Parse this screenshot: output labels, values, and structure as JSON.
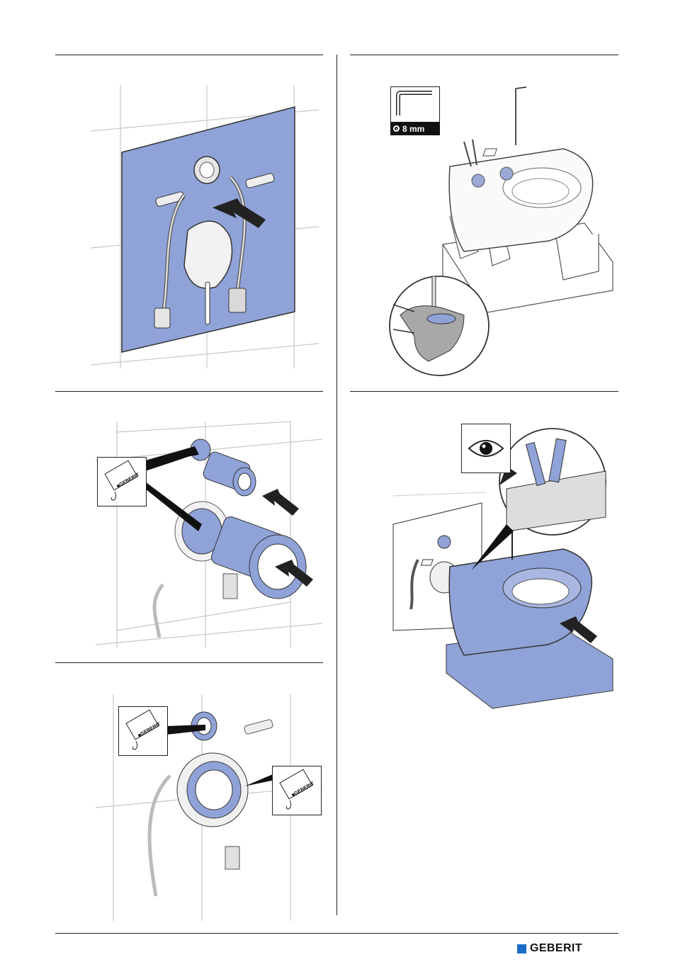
{
  "document": {
    "type": "installation instructions illustration page",
    "tool": {
      "icon": "hex-key-icon",
      "size_label": "8 mm"
    },
    "brand": {
      "name": "GEBERIT",
      "color": "#1a6fc4"
    },
    "accent_color": "#8fa3d8",
    "steps": [
      {
        "id": "step-mount-plate",
        "icon": "wall-plate-icon"
      },
      {
        "id": "step-fasten-hex-key",
        "icon": "hex-key-icon"
      },
      {
        "id": "step-insert-sleeves",
        "icon": "lubricant-icon"
      },
      {
        "id": "step-check-hoses",
        "icon": "eye-icon"
      },
      {
        "id": "step-lubricate-seals",
        "icon": "lubricant-icon"
      }
    ]
  }
}
